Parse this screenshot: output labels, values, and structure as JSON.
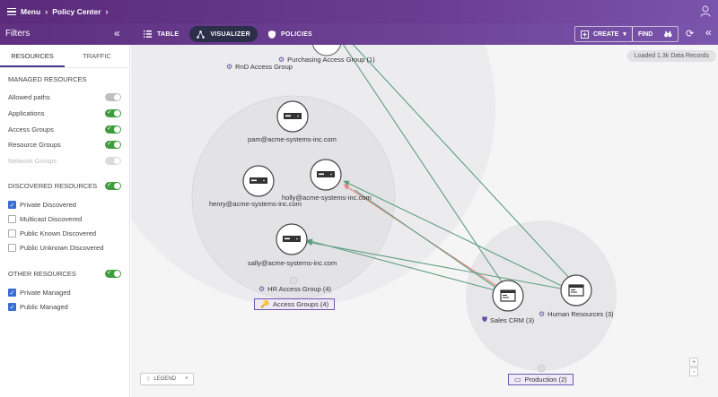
{
  "header": {
    "menu_label": "Menu",
    "breadcrumb": "Policy Center",
    "user_icon": "user-icon"
  },
  "subbar": {
    "filters_title": "Filters",
    "tabs": [
      {
        "label": "TABLE",
        "icon": "list-icon"
      },
      {
        "label": "VISUALIZER",
        "icon": "network-icon",
        "active": true
      },
      {
        "label": "POLICIES",
        "icon": "shield-icon"
      }
    ],
    "create_label": "CREATE",
    "find_label": "FIND"
  },
  "sidebar": {
    "tabs": [
      "RESOURCES",
      "TRAFFIC"
    ],
    "managed_title": "MANAGED RESOURCES",
    "managed": [
      {
        "label": "Allowed paths",
        "on": false
      },
      {
        "label": "Applications",
        "on": true
      },
      {
        "label": "Access Groups",
        "on": true
      },
      {
        "label": "Resource Groups",
        "on": true
      },
      {
        "label": "Network Groups",
        "on": false,
        "disabled": true
      }
    ],
    "discovered_title": "DISCOVERED RESOURCES",
    "discovered": [
      {
        "label": "Private Discovered",
        "checked": true
      },
      {
        "label": "Multicast Discovered",
        "checked": false
      },
      {
        "label": "Public Known Discovered",
        "checked": false
      },
      {
        "label": "Public Unknown Discovered",
        "checked": false
      }
    ],
    "other_title": "OTHER RESOURCES",
    "other": [
      {
        "label": "Private Managed",
        "checked": true
      },
      {
        "label": "Public Managed",
        "checked": true
      }
    ]
  },
  "canvas": {
    "status": "Loaded 1.3k Data Records",
    "legend_label": "LEGEND",
    "groups": {
      "rnd": "RnD Access Group",
      "purchasing": "Purchasing Access Group (1)",
      "hr": "HR Access Group (4)",
      "access_groups": "Access Groups (4)",
      "production": "Production (2)"
    },
    "nodes": {
      "pam": "pam@acme-systems-inc.com",
      "henry": "henry@acme-systems-inc.com",
      "holly": "holly@acme-systems-inc.com",
      "sally": "sally@acme-systems-inc.com",
      "sales_crm": "Sales CRM (3)",
      "human_resources": "Human Resources (3)"
    }
  },
  "colors": {
    "header": "#5b2a7a",
    "allowed_edge": "#5e9e80",
    "blocked_edge": "#e88a85",
    "toggle_on": "#3f9c3f"
  }
}
